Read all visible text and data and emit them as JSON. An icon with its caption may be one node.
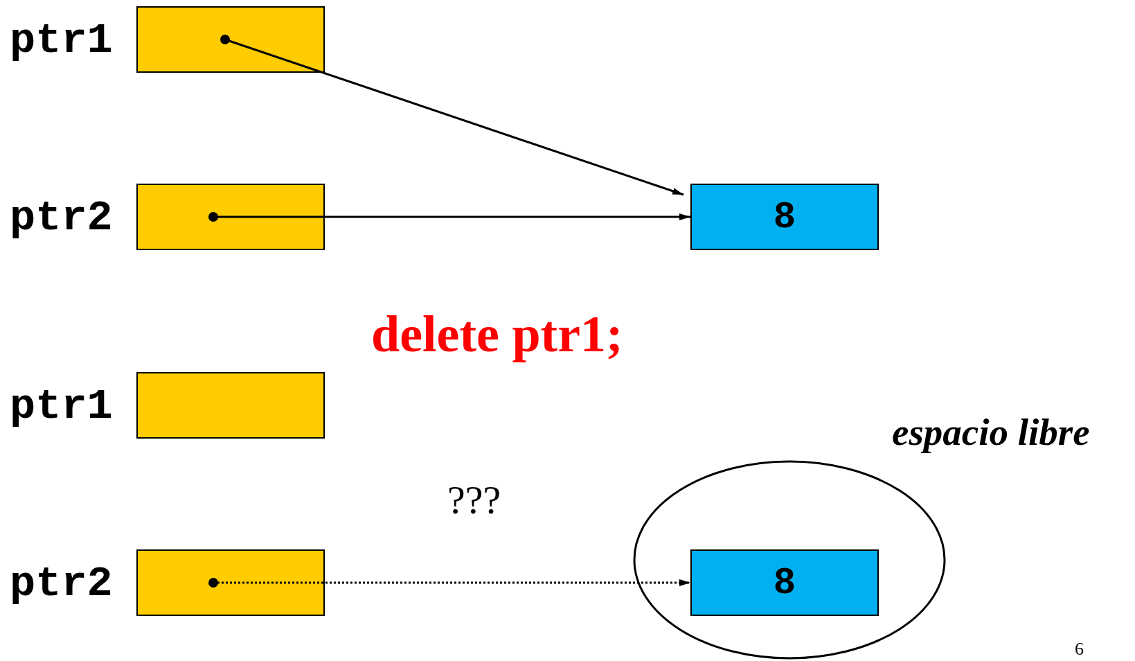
{
  "diagram": {
    "nodes": [
      {
        "text": [],
        "shape": "box",
        "beside": [
          "ptr1"
        ]
      },
      {
        "text": [],
        "shape": "box",
        "beside": [
          "ptr2"
        ]
      },
      {
        "text": [
          "8"
        ]
      },
      {
        "text": [],
        "shape": "box",
        "beside": [
          "ptr1"
        ]
      },
      {
        "text": [
          "espacio libre"
        ]
      },
      {
        "text": [],
        "shape": "box",
        "beside": [
          "ptr2"
        ]
      },
      {
        "text": [
          "8"
        ],
        "in": 4
      }
    ],
    "edges": [
      {
        "from": 0,
        "to": 2,
        "arrow": "to"
      },
      {
        "from": 1,
        "to": 2,
        "arrow": "to"
      },
      {
        "from": 5,
        "to": 6,
        "arrow": "to",
        "style": "dashed"
      }
    ],
    "labels": [
      "delete ptr1;",
      "???",
      "6"
    ]
  }
}
